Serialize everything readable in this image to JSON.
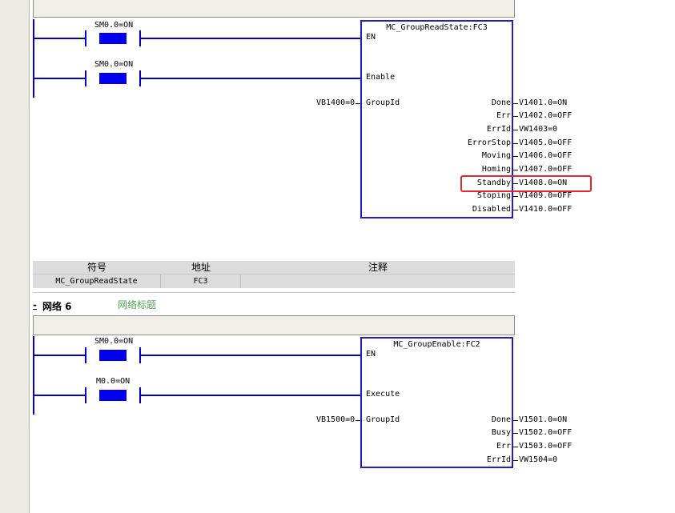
{
  "network5": {
    "contacts": [
      {
        "label": "SM0.0=ON"
      },
      {
        "label": "SM0.0=ON"
      }
    ],
    "block": {
      "title": "MC_GroupReadState:FC3",
      "inputs": [
        "EN",
        "Enable",
        "GroupId"
      ],
      "input_value": "VB1400=0",
      "outputs": [
        {
          "pin": "Done",
          "value": "V1401.0=ON"
        },
        {
          "pin": "Err",
          "value": "V1402.0=OFF"
        },
        {
          "pin": "ErrId",
          "value": "VW1403=0"
        },
        {
          "pin": "ErrorStop",
          "value": "V1405.0=OFF"
        },
        {
          "pin": "Moving",
          "value": "V1406.0=OFF"
        },
        {
          "pin": "Homing",
          "value": "V1407.0=OFF"
        },
        {
          "pin": "Standby",
          "value": "V1408.0=ON"
        },
        {
          "pin": "Stoping",
          "value": "V1409.0=OFF"
        },
        {
          "pin": "Disabled",
          "value": "V1410.0=OFF"
        }
      ]
    }
  },
  "symbol_table": {
    "headers": [
      "符号",
      "地址",
      "注释"
    ],
    "row": {
      "symbol": "MC_GroupReadState",
      "address": "FC3",
      "comment": ""
    }
  },
  "network6": {
    "toggle": "-",
    "title": "网络 6",
    "comment": "网络标题",
    "contacts": [
      {
        "label": "SM0.0=ON"
      },
      {
        "label": "M0.0=ON"
      }
    ],
    "block": {
      "title": "MC_GroupEnable:FC2",
      "inputs": [
        "EN",
        "Execute",
        "GroupId"
      ],
      "input_value": "VB1500=0",
      "outputs": [
        {
          "pin": "Done",
          "value": "V1501.0=ON"
        },
        {
          "pin": "Busy",
          "value": "V1502.0=OFF"
        },
        {
          "pin": "Err",
          "value": "V1503.0=OFF"
        },
        {
          "pin": "ErrId",
          "value": "VW1504=0"
        }
      ]
    }
  },
  "colors": {
    "wire": "#0000c8",
    "contact": "#0000ee",
    "highlight": "#e8262c",
    "comment": "#55a855"
  }
}
